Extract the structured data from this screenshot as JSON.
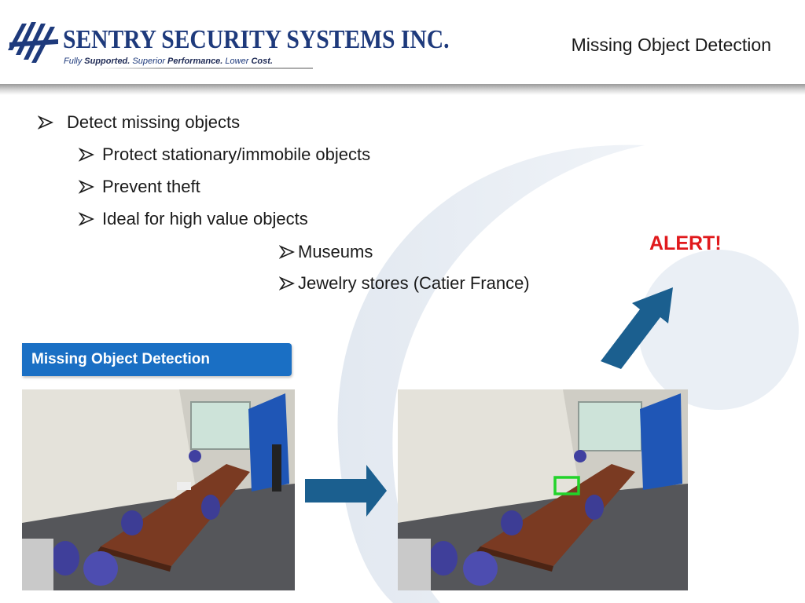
{
  "header": {
    "company_name": "SENTRY SECURITY SYSTEMS INC.",
    "tagline_parts": [
      "Fully ",
      "Supported.",
      " Superior ",
      "Performance.",
      " Lower ",
      "Cost."
    ],
    "title": "Missing Object Detection"
  },
  "bullets": [
    {
      "level": 1,
      "text": "Detect missing objects"
    },
    {
      "level": 2,
      "text": "Protect stationary/immobile objects"
    },
    {
      "level": 2,
      "text": "Prevent theft"
    },
    {
      "level": 2,
      "text": "Ideal for high value objects"
    },
    {
      "level": 3,
      "text": "Museums"
    },
    {
      "level": 3,
      "text": "Jewelry stores (Catier France)"
    }
  ],
  "alert_text": "ALERT!",
  "caption": "Missing Object Detection",
  "colors": {
    "brand_blue": "#1e3a7c",
    "caption_blue": "#1a6fc4",
    "arrow_blue": "#1b5f8f",
    "alert_red": "#e0191c",
    "detection_box_green": "#22d32a"
  },
  "icons": {
    "bullet": "arrowhead-bullet-icon",
    "logo": "sentry-stripes-logo-icon",
    "transition": "right-arrow-icon",
    "alert_pointer": "diagonal-up-arrow-icon"
  }
}
